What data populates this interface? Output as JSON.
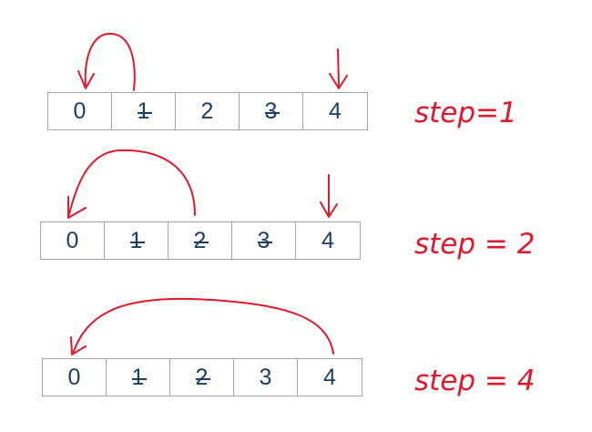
{
  "arrays": [
    {
      "cells": [
        "0",
        "1",
        "2",
        "3",
        "4"
      ],
      "crossed": [
        false,
        true,
        false,
        true,
        false
      ],
      "step_label": "step=1"
    },
    {
      "cells": [
        "0",
        "1",
        "2",
        "3",
        "4"
      ],
      "crossed": [
        false,
        true,
        true,
        true,
        false
      ],
      "step_label": "step = 2"
    },
    {
      "cells": [
        "0",
        "1",
        "2",
        "3",
        "4"
      ],
      "crossed": [
        false,
        true,
        true,
        false,
        false
      ],
      "step_label": "step = 4"
    }
  ],
  "ink_color": "#e0192e",
  "digit_color": "#1d3f66"
}
